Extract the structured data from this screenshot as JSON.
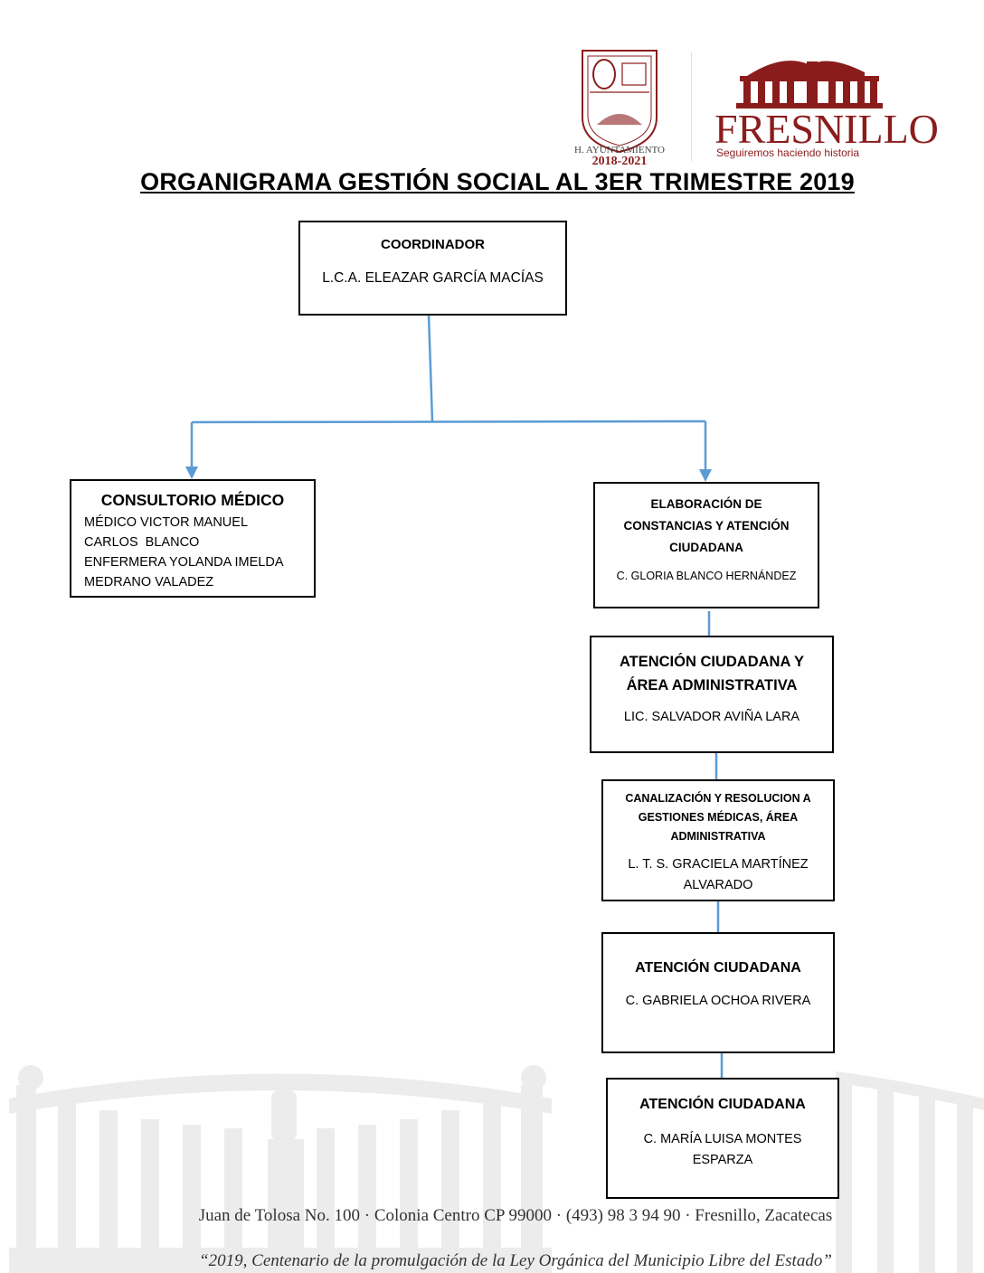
{
  "header": {
    "seal_text": [
      "H. AYUNTAMIENTO",
      "2018-2021"
    ],
    "brand_name": "FRESNILLO",
    "brand_slogan": "Seguiremos haciendo historia",
    "colors": {
      "brand": "#8b1c1c",
      "connector": "#5b9bd5"
    }
  },
  "title": "ORGANIGRAMA GESTIÓN SOCIAL AL 3ER TRIMESTRE 2019",
  "nodes": {
    "coordinador": {
      "heading": "COORDINADOR",
      "name": "L.C.A. ELEAZAR GARCÍA MACÍAS"
    },
    "consultorio": {
      "heading": "CONSULTORIO MÉDICO",
      "lines": [
        "MÉDICO VICTOR MANUEL",
        "CARLOS  BLANCO",
        "ENFERMERA YOLANDA IMELDA",
        "MEDRANO VALADEZ"
      ]
    },
    "constancias": {
      "heading": [
        "ELABORACIÓN DE",
        "CONSTANCIAS Y ATENCIÓN",
        "CIUDADANA"
      ],
      "name": "C. GLORIA BLANCO HERNÁNDEZ"
    },
    "atencion_admin": {
      "heading": [
        "ATENCIÓN CIUDADANA Y",
        "ÁREA ADMINISTRATIVA"
      ],
      "name": "LIC. SALVADOR AVIÑA LARA"
    },
    "canalizacion": {
      "heading": [
        "CANALIZACIÓN Y RESOLUCION A",
        "GESTIONES MÉDICAS, ÁREA",
        "ADMINISTRATIVA"
      ],
      "name": [
        "L. T. S. GRACIELA MARTÍNEZ",
        "ALVARADO"
      ]
    },
    "atencion_1": {
      "heading": "ATENCIÓN CIUDADANA",
      "name": "C. GABRIELA OCHOA RIVERA"
    },
    "atencion_2": {
      "heading": "ATENCIÓN CIUDADANA",
      "name": [
        "C. MARÍA LUISA MONTES",
        "ESPARZA"
      ]
    }
  },
  "footer": {
    "address": "Juan de Tolosa No. 100 · Colonia Centro CP 99000 · (493) 98 3 94 90 · Fresnillo, Zacatecas",
    "motto": "“2019, Centenario de la promulgación de la Ley Orgánica del Municipio Libre del Estado”"
  }
}
